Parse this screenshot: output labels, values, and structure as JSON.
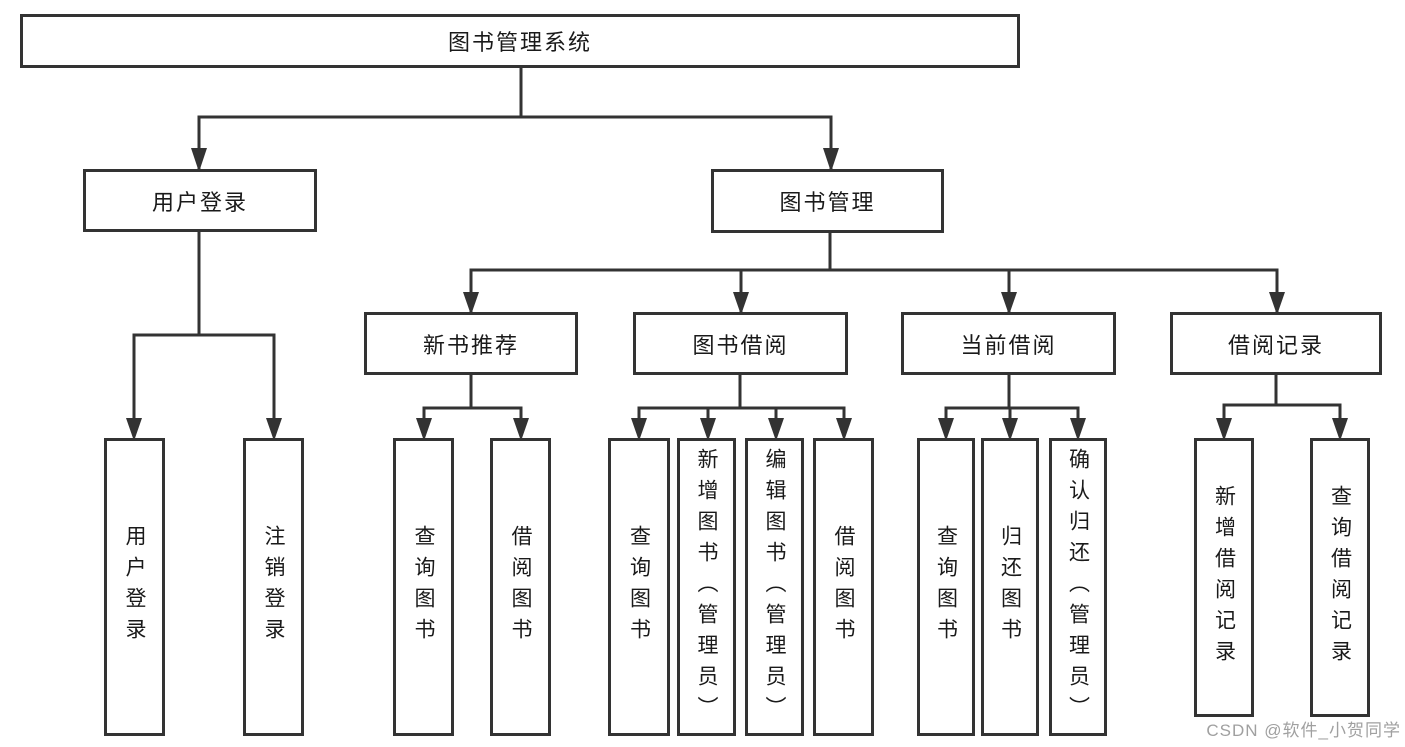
{
  "diagram": {
    "root": {
      "label": "图书管理系统"
    },
    "level2": [
      {
        "label": "用户登录"
      },
      {
        "label": "图书管理"
      }
    ],
    "level3": [
      {
        "label": "新书推荐"
      },
      {
        "label": "图书借阅"
      },
      {
        "label": "当前借阅"
      },
      {
        "label": "借阅记录"
      }
    ],
    "leaves": {
      "login": [
        {
          "label": "用户登录"
        },
        {
          "label": "注销登录"
        }
      ],
      "recommend": [
        {
          "label": "查询图书"
        },
        {
          "label": "借阅图书"
        }
      ],
      "borrow": [
        {
          "label": "查询图书"
        },
        {
          "label": "新增图书（管理员）"
        },
        {
          "label": "编辑图书（管理员）"
        },
        {
          "label": "借阅图书"
        }
      ],
      "current": [
        {
          "label": "查询图书"
        },
        {
          "label": "归还图书"
        },
        {
          "label": "确认归还（管理员）"
        }
      ],
      "records": [
        {
          "label": "新增借阅记录"
        },
        {
          "label": "查询借阅记录"
        }
      ]
    },
    "watermark": "CSDN @软件_小贺同学",
    "colors": {
      "line": "#333333",
      "text": "#1a1a1a",
      "watermark": "#a0a0a0",
      "background": "#ffffff"
    }
  }
}
